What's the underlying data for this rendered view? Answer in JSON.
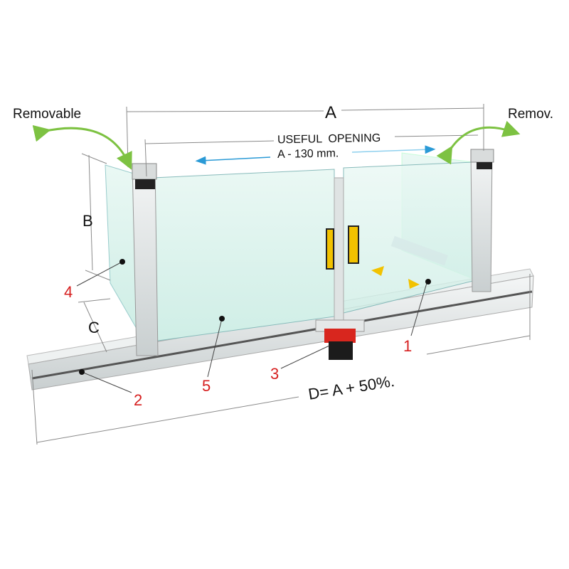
{
  "labels": {
    "removable_left": "Removable",
    "removable_right": "Remov.",
    "dim_a": "A",
    "useful_opening": "USEFUL  OPENING",
    "useful_opening_value": "A - 130 mm.",
    "dim_b": "B",
    "dim_c": "C",
    "dim_d": "D= A + 50%."
  },
  "callouts": [
    "1",
    "2",
    "3",
    "4",
    "5"
  ],
  "colors": {
    "callout": "#d61f1f",
    "arrow_green": "#7dc242",
    "arrow_blue": "#2a9ad6",
    "handle_yellow": "#f2c200",
    "lock_red": "#d8261e",
    "glass": "#dff3ee"
  }
}
